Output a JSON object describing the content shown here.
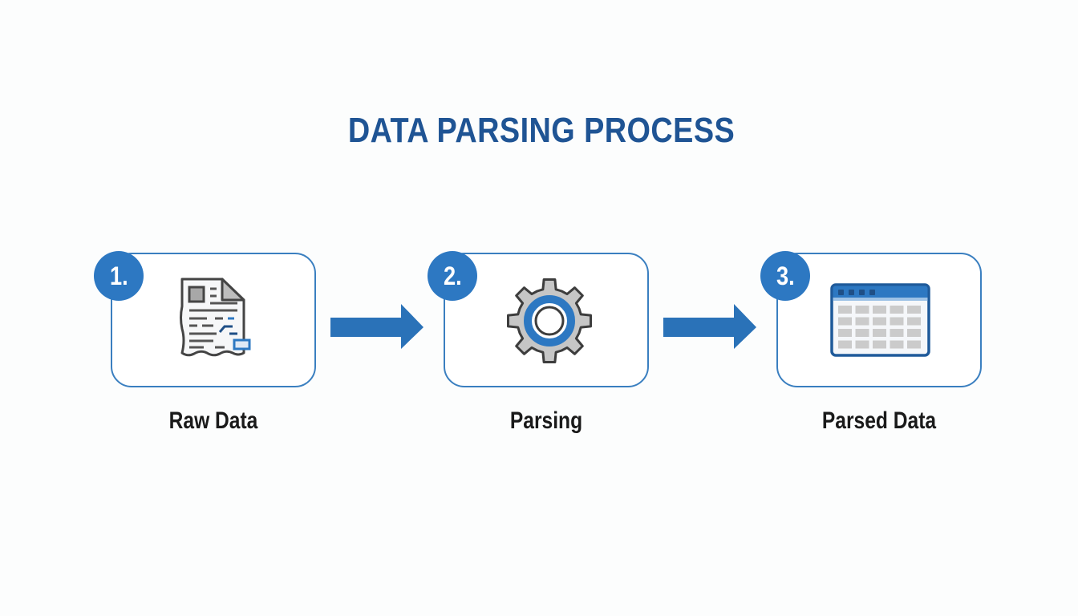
{
  "title": "DATA PARSING PROCESS",
  "colors": {
    "title": "#1f5494",
    "accent": "#2d78c2",
    "card_border": "#3a7fc0",
    "icon_gray": "#c8c8c8",
    "icon_outline": "#444444"
  },
  "steps": [
    {
      "number": "1.",
      "label": "Raw Data",
      "icon": "document-icon"
    },
    {
      "number": "2.",
      "label": "Parsing",
      "icon": "gear-icon"
    },
    {
      "number": "3.",
      "label": "Parsed Data",
      "icon": "table-icon"
    }
  ],
  "connectors": [
    {
      "from": "Raw Data",
      "to": "Parsing",
      "icon": "arrow-right-icon"
    },
    {
      "from": "Parsing",
      "to": "Parsed Data",
      "icon": "arrow-right-icon"
    }
  ]
}
